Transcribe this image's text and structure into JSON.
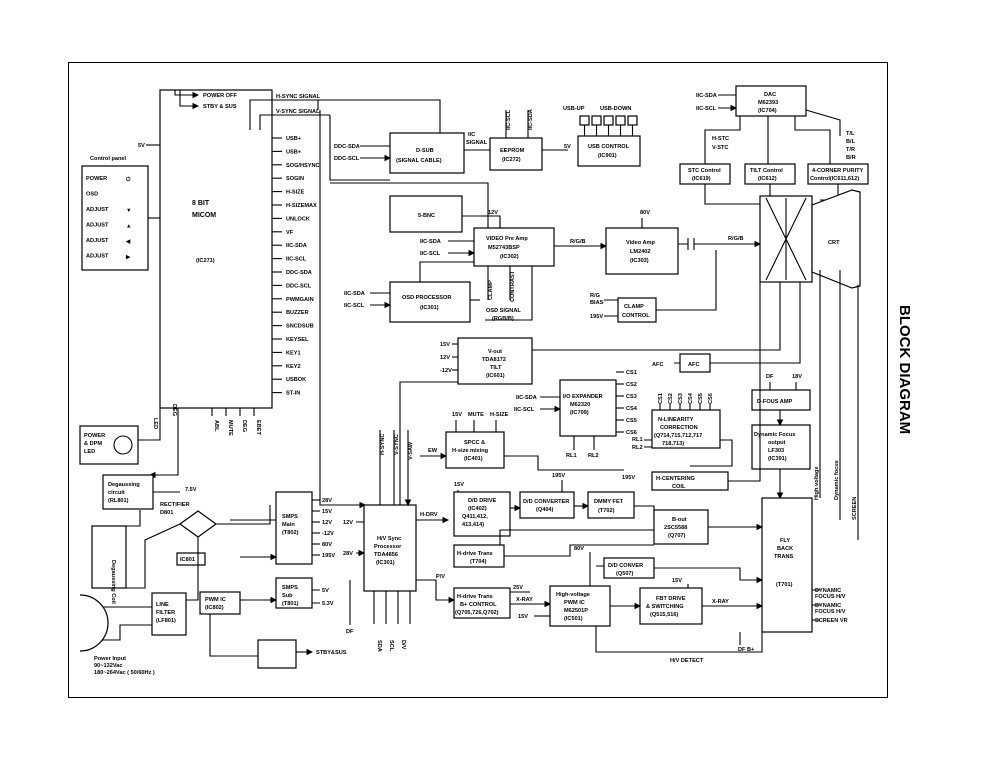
{
  "diagram": {
    "title": "BLOCK DIAGRAM",
    "signals": {
      "power_off": "POWER OFF",
      "stby_sus": "STBY & SUS",
      "h_sync_signal": "H-SYNC SIGNAL",
      "v_sync_signal": "V-SYNC SIGNAL",
      "five_v": "5V",
      "iic_signal": "IIC\nSIGNAL",
      "usb_up": "USB-UP",
      "usb_down": "USB-DOWN",
      "rgb": "R/G/B",
      "rgb2": "R/G/B",
      "twelve_v": "12V",
      "eighty_v": "80V",
      "r_bias": "R/G\nBIAS",
      "b_bias": "195V",
      "afc": "AFC",
      "df": "DF",
      "v18": "18V",
      "h_sync": "H-SYNC",
      "v_sync": "V-SYNC",
      "v_saw": "V-SAW",
      "ew": "EW",
      "mute": "MUTE",
      "h_size": "H-SIZE",
      "fifteen_v": "15V",
      "rl1": "RL1",
      "rl2": "RL2",
      "v195": "195V",
      "v195b": "195V",
      "h_drv": "H-DRV",
      "v80": "80V",
      "v25": "25V",
      "xray": "X-RAY",
      "xray2": "X-RAY",
      "fbp": "P/V",
      "hv_detect": "H/V DETECT",
      "df_b": "DF B+",
      "v7_5": "7.5V",
      "v5": "5V",
      "v53": "5.3V",
      "stby_sus2": "STBY&SUS",
      "df2": "DF",
      "sda": "SDA",
      "scl": "SCL",
      "dv": "D/V",
      "gnd": "GND",
      "high_voltage": "High voltage",
      "dynamic_focus": "Dynamic focus",
      "screen": "SCREEN",
      "dyn_focus_h": "DYNAMIC\nFOCUS H/V",
      "dyn_focus_v": "DYNAMIC\nFOCUS H/V",
      "screen_vr": "SCREEN VR",
      "led": "LED",
      "deg": "DEG"
    },
    "blocks": {
      "micom": [
        "8 BIT",
        "MICOM",
        "(IC271)"
      ],
      "micom_pins": [
        "USB+",
        "USB+",
        "SOG/HSYNC",
        "SOGIN",
        "H-SIZE",
        "H-SIZEMAX",
        "UNLOCK",
        "VF",
        "IIC-SDA",
        "IIC-SCL",
        "DDC-SDA",
        "DDC-SCL",
        "PWMGAIN",
        "BUZZER",
        "SNCDSUB",
        "KEYSEL",
        "KEY1",
        "KEY2",
        "USBOK",
        "ST-IN"
      ],
      "micom_bottom": [
        "ABL",
        "MUTE",
        "DEG",
        "EBET"
      ],
      "control_panel_title": "Control panel",
      "control_panel": [
        "POWER",
        "OSD",
        "ADJUST",
        "ADJUST",
        "ADJUST",
        "ADJUST"
      ],
      "dsub": [
        "D-SUB",
        "(SIGNAL CABLE)"
      ],
      "ddc_sda": "DDC-SDA",
      "ddc_scl": "DDC-SCL",
      "eeprom": [
        "EEPROM",
        "(IC272)"
      ],
      "iic_sda_v": "IIC-SDA",
      "iic_scl_v": "IIC-SCL",
      "usb_control": [
        "USB CONTROL",
        "(IC901)"
      ],
      "bnc": [
        "5-BNC"
      ],
      "video_preamp": [
        "VIDEO Pre Amp",
        "M52743BSP",
        "(IC302)"
      ],
      "video_amp": [
        "Video Amp",
        "LM2402",
        "(IC303)"
      ],
      "osd": [
        "OSD PROCESSOR",
        "(IC301)"
      ],
      "osd_signal": [
        "OSD SIGNAL",
        "(RGB/B)"
      ],
      "clamp_contrast": [
        "CLAMP",
        "CONTRAST"
      ],
      "clamp_control": [
        "CLAMP",
        "CONTROL"
      ],
      "iic_sda": "IIC-SDA",
      "iic_scl": "IIC-SCL",
      "dac": [
        "DAC",
        "M62393",
        "(IC704)"
      ],
      "stc_control": [
        "STC Control",
        "(IC619)"
      ],
      "tilt_control": [
        "TILT Control",
        "(IC612)"
      ],
      "corner_purity": [
        "4-CORNER PURITY",
        "Control(IC611,612)"
      ],
      "h_stc": "H-STC\nV-STC",
      "tlbr": [
        "T/L",
        "B/L",
        "T/R",
        "B/R"
      ],
      "crt": "CRT",
      "vout": [
        "V-out",
        "TDA8172",
        "TILT",
        "(IC601)"
      ],
      "vout_volts": [
        "15V",
        "12V",
        "-12V"
      ],
      "io_expander": [
        "I/O EXPANDER",
        "M62320",
        "(IC709)"
      ],
      "io_pins": [
        "CS1",
        "CS2",
        "CS3",
        "CS4",
        "CS5",
        "CS6"
      ],
      "nlin": [
        "N-LINEARITY",
        "CORRECTION",
        "(Q714,715,712,717",
        "718,713)"
      ],
      "nlin_top": [
        "CS1",
        "CS2",
        "CS3",
        "CS4",
        "CS5",
        "CS6"
      ],
      "afc_box": "AFC",
      "dfocus_amp": [
        "D-FOUS AMP"
      ],
      "dyn_focus_out": [
        "Dynamic Focus",
        "output",
        "LF303",
        "(IC391)"
      ],
      "spcc": [
        "SPCC &",
        "H-size mixing",
        "(IC401)"
      ],
      "dd_drive": [
        "D/D DRIVE",
        "(IC402)",
        "Q411,412,",
        "413,414)"
      ],
      "dd_converter": [
        "D/D CONVERTER",
        "(Q404)"
      ],
      "dmy_fet": [
        "DMMY FET",
        "(T702)"
      ],
      "h_centering": [
        "H-CENTERING",
        "COIL"
      ],
      "b_out": [
        "B-out",
        "2SC5588",
        "(Q707)"
      ],
      "fbt": [
        "FLY",
        "BACK",
        "TRANS",
        "(T701)"
      ],
      "hv_sync": [
        "H/V Sync",
        "Processor",
        "TDA4856",
        "(IC301)"
      ],
      "h_drive_trans": [
        "H-drive Trans",
        "(T704)"
      ],
      "h_drive_bplus": [
        "H-drive Trans",
        "B+ CONTROL",
        "(Q705,726,Q702)"
      ],
      "dd_conver2": [
        "D/D CONVER",
        "(Q507)"
      ],
      "hv_pwm": [
        "High-voltage",
        "PWM IC",
        "M62501P",
        "(IC501)"
      ],
      "fbt_drive": [
        "FBT DRIVE",
        "& SWITCHING",
        "(Q515,516)"
      ],
      "smps_main": [
        "SMPS",
        "Main",
        "(T802)"
      ],
      "smps_main_out": [
        "28V",
        "15V",
        "12V",
        "-12V",
        "80V",
        "195V"
      ],
      "smps_sub": [
        "SMPS",
        "Sub",
        "(T801)"
      ],
      "pwm_ic": [
        "PWM IC",
        "(IC802)"
      ],
      "degauss": [
        "Degaussing",
        "circuit",
        "(RL801)"
      ],
      "rectifier": [
        "RECTIFIER",
        "D801"
      ],
      "ic801": "IC801",
      "line_filter": [
        "LINE",
        "FILTER",
        "(LF801)"
      ],
      "degauss_coil": "Degaussing Coil",
      "power_led": [
        "POWER",
        "& DPM",
        "LED"
      ],
      "power_input": [
        "Power Input",
        "90~132Vac",
        "180~264Vac ( 50/60Hz )"
      ],
      "v12_sync": "12V",
      "v28_sync": "28V"
    }
  }
}
